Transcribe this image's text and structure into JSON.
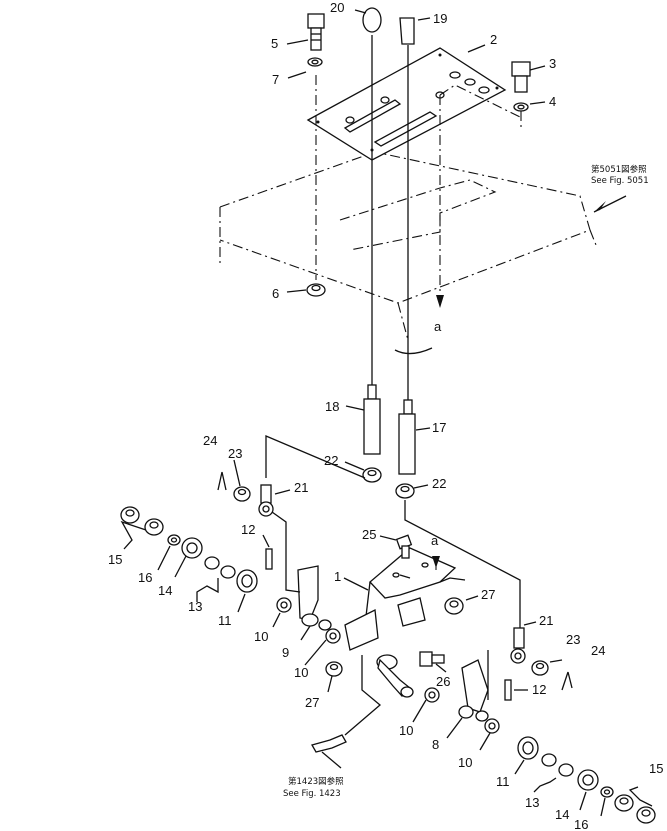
{
  "diagram": {
    "callouts": [
      {
        "id": "c5",
        "text": "5"
      },
      {
        "id": "c20",
        "text": "20"
      },
      {
        "id": "c19",
        "text": "19"
      },
      {
        "id": "c2",
        "text": "2"
      },
      {
        "id": "c3",
        "text": "3"
      },
      {
        "id": "c7",
        "text": "7"
      },
      {
        "id": "c4",
        "text": "4"
      },
      {
        "id": "c6",
        "text": "6"
      },
      {
        "id": "ca1",
        "text": "a"
      },
      {
        "id": "c18",
        "text": "18"
      },
      {
        "id": "c17",
        "text": "17"
      },
      {
        "id": "c24a",
        "text": "24"
      },
      {
        "id": "c23a",
        "text": "23"
      },
      {
        "id": "c22a",
        "text": "22"
      },
      {
        "id": "c22b",
        "text": "22"
      },
      {
        "id": "c21a",
        "text": "21"
      },
      {
        "id": "c12a",
        "text": "12"
      },
      {
        "id": "c15a",
        "text": "15"
      },
      {
        "id": "c16a",
        "text": "16"
      },
      {
        "id": "c14a",
        "text": "14"
      },
      {
        "id": "c13a",
        "text": "13"
      },
      {
        "id": "c11a",
        "text": "11"
      },
      {
        "id": "c10a",
        "text": "10"
      },
      {
        "id": "c9",
        "text": "9"
      },
      {
        "id": "c25",
        "text": "25"
      },
      {
        "id": "ca2",
        "text": "a"
      },
      {
        "id": "c1",
        "text": "1"
      },
      {
        "id": "c27a",
        "text": "27"
      },
      {
        "id": "c10b",
        "text": "10"
      },
      {
        "id": "c27b",
        "text": "27"
      },
      {
        "id": "c26",
        "text": "26"
      },
      {
        "id": "c21b",
        "text": "21"
      },
      {
        "id": "c23b",
        "text": "23"
      },
      {
        "id": "c24b",
        "text": "24"
      },
      {
        "id": "c12b",
        "text": "12"
      },
      {
        "id": "c10c",
        "text": "10"
      },
      {
        "id": "c8",
        "text": "8"
      },
      {
        "id": "c10d",
        "text": "10"
      },
      {
        "id": "c11b",
        "text": "11"
      },
      {
        "id": "c13b",
        "text": "13"
      },
      {
        "id": "c14b",
        "text": "14"
      },
      {
        "id": "c16b",
        "text": "16"
      },
      {
        "id": "c15b",
        "text": "15"
      }
    ],
    "references": {
      "fig5051_jp": "第5051図参照",
      "fig5051_en": "See Fig. 5051",
      "fig1423_jp": "第1423図参照",
      "fig1423_en": "See Fig. 1423"
    }
  }
}
